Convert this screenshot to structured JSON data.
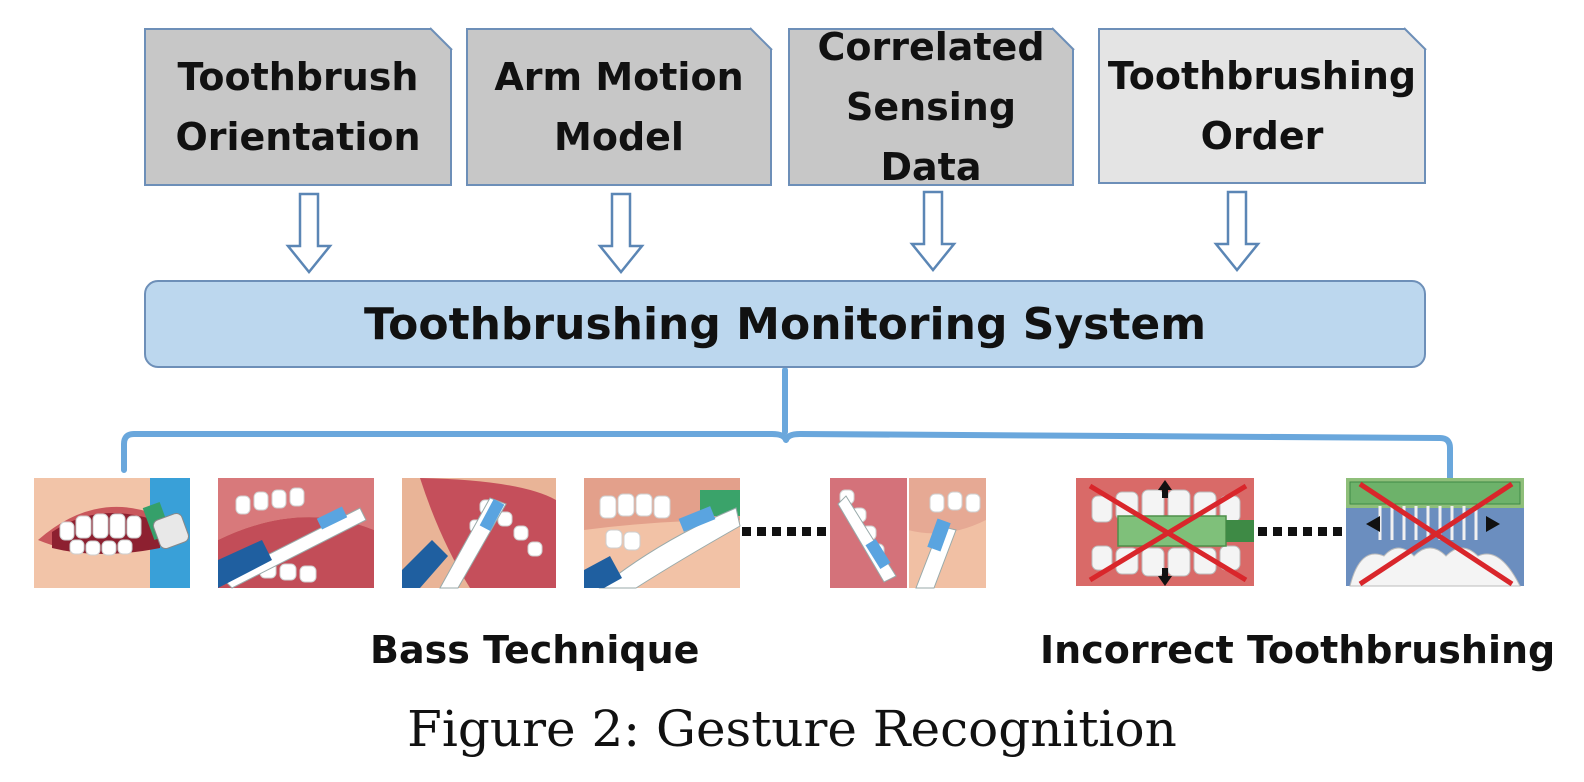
{
  "inputs": [
    {
      "label": "Toothbrush\nOrientation",
      "shade": "dark"
    },
    {
      "label": "Arm Motion\nModel",
      "shade": "dark"
    },
    {
      "label": "Correlated\nSensing Data",
      "shade": "dark"
    },
    {
      "label": "Toothbrushing\nOrder",
      "shade": "light"
    }
  ],
  "system": {
    "label": "Toothbrushing Monitoring System"
  },
  "groups": {
    "bass": "Bass Technique",
    "incorrect": "Incorrect Toothbrushing"
  },
  "caption": "Figure 2: Gesture Recognition",
  "colors": {
    "box_dark": "#c7c7c7",
    "box_light": "#e4e4e4",
    "system_fill": "#bcd7ee",
    "border": "#6d8fb8",
    "connector": "#6aa7dc",
    "cross": "#d9262b"
  },
  "icons": [
    "down-arrow-icon",
    "bass-technique-image",
    "incorrect-technique-image",
    "ellipsis-dots"
  ]
}
